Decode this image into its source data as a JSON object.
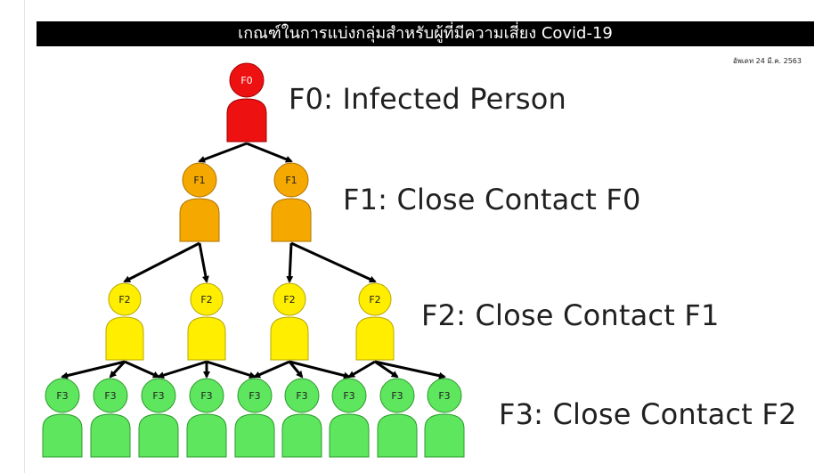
{
  "header": {
    "title": "เกณฑ์ในการแบ่งกลุ่มสำหรับผู้ที่มีความเสี่ยง Covid-19",
    "update_note": "อัพเดท 24 มี.ค. 2563"
  },
  "levels": [
    {
      "id": "F0",
      "label": "F0: Infected Person",
      "color": "#ee1111",
      "stroke": "#a00000",
      "count": 1
    },
    {
      "id": "F1",
      "label": "F1: Close Contact F0",
      "color": "#f5a800",
      "stroke": "#b07500",
      "count": 2
    },
    {
      "id": "F2",
      "label": "F2: Close Contact F1",
      "color": "#ffee00",
      "stroke": "#b8a800",
      "count": 4
    },
    {
      "id": "F3",
      "label": "F3: Close Contact F2",
      "color": "#5ee65e",
      "stroke": "#2e9a2e",
      "count": 9
    }
  ]
}
